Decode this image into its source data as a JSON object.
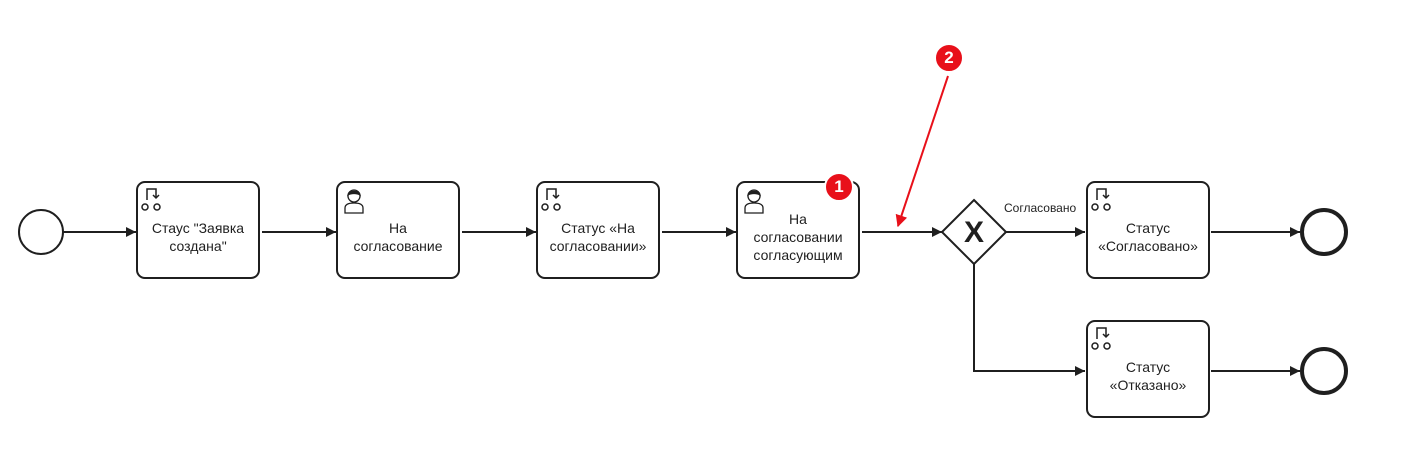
{
  "diagram": {
    "tasks": [
      {
        "id": "t1",
        "type": "script",
        "label": "Стаус \"Заявка\nсоздана\""
      },
      {
        "id": "t2",
        "type": "user",
        "label": "На\nсогласование"
      },
      {
        "id": "t3",
        "type": "script",
        "label": "Статус «На\nсогласовании»"
      },
      {
        "id": "t4",
        "type": "user",
        "label": "На\nсогласовании\nсогласующим"
      },
      {
        "id": "t5",
        "type": "script",
        "label": "Статус\n«Согласовано»"
      },
      {
        "id": "t6",
        "type": "script",
        "label": "Статус\n«Отказано»"
      }
    ],
    "gateway": {
      "type": "exclusive",
      "symbol": "X"
    },
    "flow_labels": {
      "approved": "Согласовано"
    },
    "badges": [
      {
        "id": "b1",
        "text": "1"
      },
      {
        "id": "b2",
        "text": "2"
      }
    ],
    "colors": {
      "stroke": "#1f1f1f",
      "badge": "#e8101a",
      "annotation_arrow": "#e8101a"
    }
  }
}
